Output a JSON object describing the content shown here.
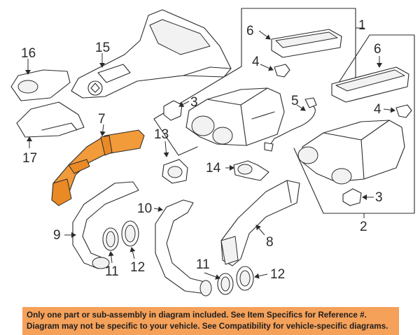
{
  "callouts": {
    "c1": "1",
    "c2": "2",
    "c3a": "3",
    "c3b": "3",
    "c4a": "4",
    "c4b": "4",
    "c5": "5",
    "c6a": "6",
    "c6b": "6",
    "c7": "7",
    "c8": "8",
    "c9": "9",
    "c10": "10",
    "c11a": "11",
    "c11b": "11",
    "c12a": "12",
    "c12b": "12",
    "c13": "13",
    "c14": "14",
    "c15": "15",
    "c16": "16",
    "c17": "17"
  },
  "highlighted_part": "7",
  "colors": {
    "highlight": "#f29b3a",
    "banner": "#f5a15a",
    "line": "#2b2b2b"
  },
  "banner": {
    "line1": "Only one part or sub-assembly in diagram included. See Item Specifics for Reference #.",
    "line2": "Diagram may not be specific to your vehicle. See Compatibility for vehicle-specific diagrams."
  }
}
